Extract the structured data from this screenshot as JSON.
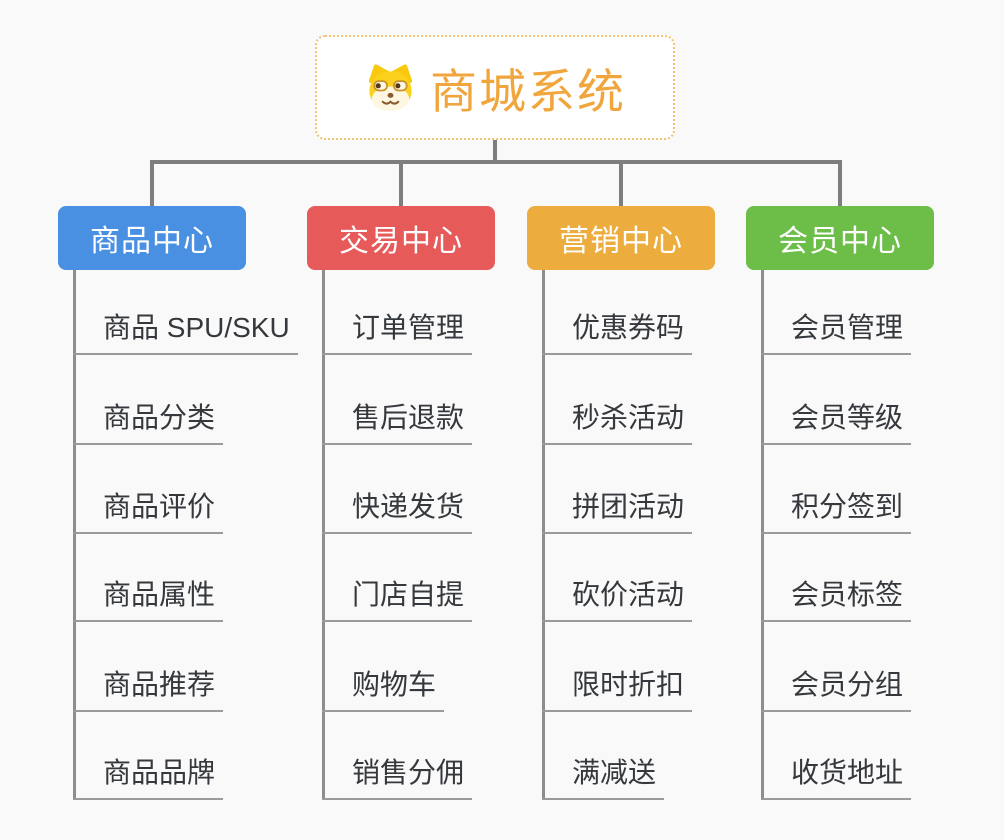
{
  "root": {
    "title": "商城系统",
    "icon": "doge-icon",
    "text_color": "#f0a63c",
    "border_color": "#f5c171",
    "background": "#ffffff"
  },
  "connectors": {
    "color": "#7e7e7e"
  },
  "branches": [
    {
      "label": "商品中心",
      "color": "#4a90e2",
      "items": [
        "商品 SPU/SKU",
        "商品分类",
        "商品评价",
        "商品属性",
        "商品推荐",
        "商品品牌"
      ]
    },
    {
      "label": "交易中心",
      "color": "#e65a5a",
      "items": [
        "订单管理",
        "售后退款",
        "快递发货",
        "门店自提",
        "购物车",
        "销售分佣"
      ]
    },
    {
      "label": "营销中心",
      "color": "#ecac3e",
      "items": [
        "优惠券码",
        "秒杀活动",
        "拼团活动",
        "砍价活动",
        "限时折扣",
        "满减送"
      ]
    },
    {
      "label": "会员中心",
      "color": "#6cbe48",
      "items": [
        "会员管理",
        "会员等级",
        "积分签到",
        "会员标签",
        "会员分组",
        "收货地址"
      ]
    }
  ]
}
